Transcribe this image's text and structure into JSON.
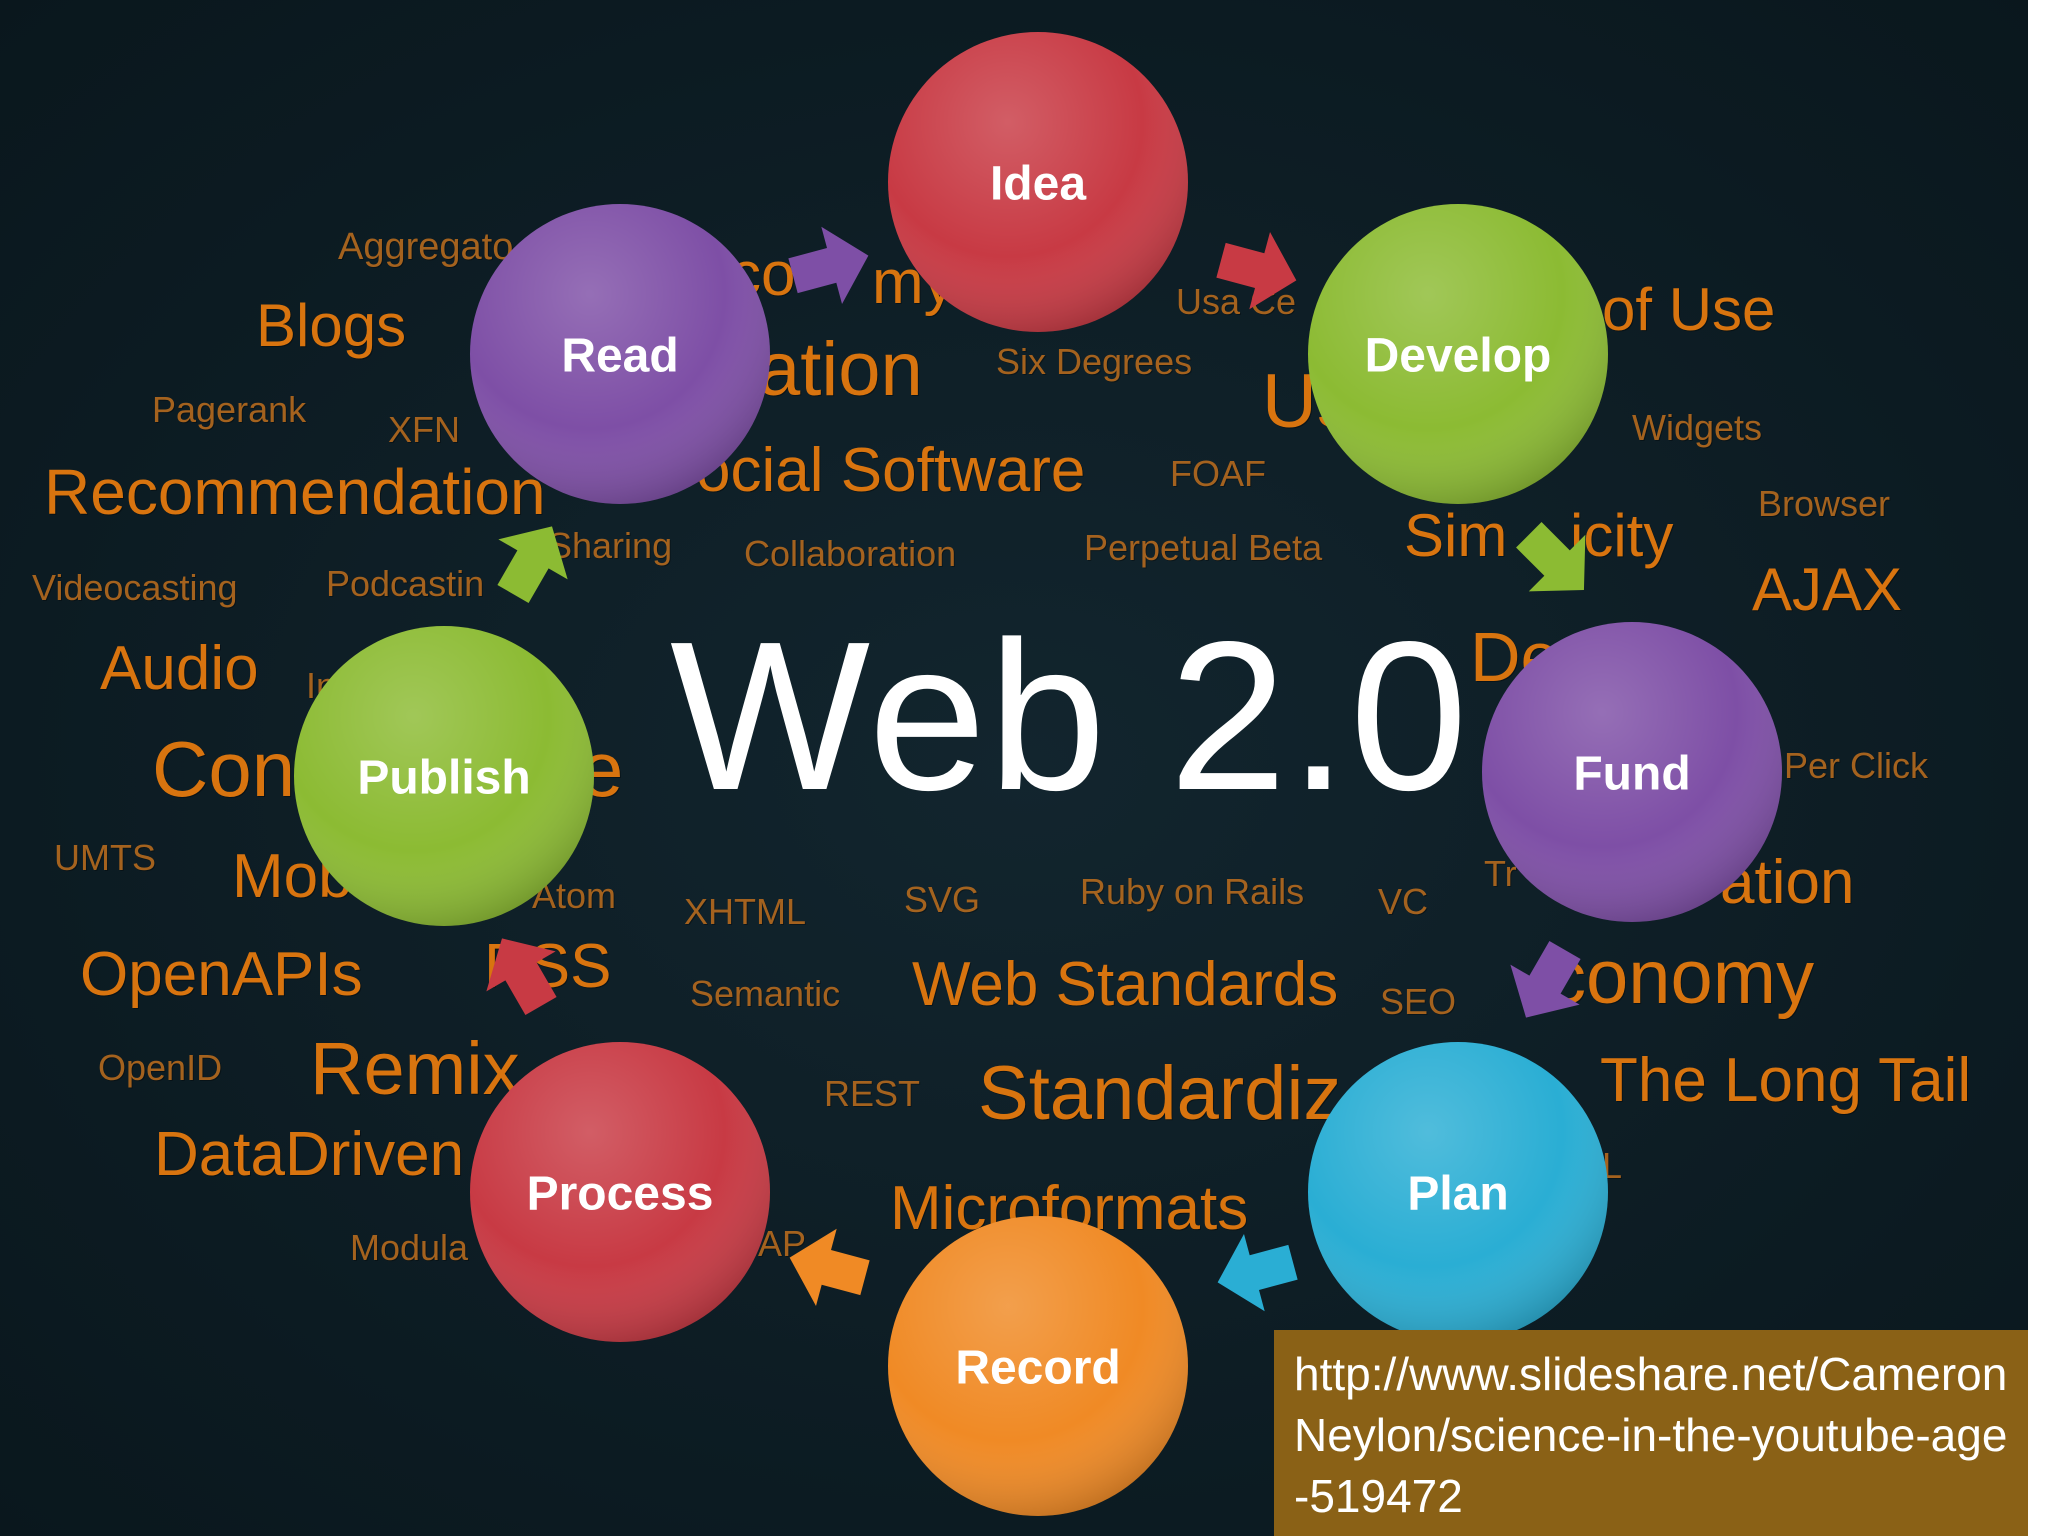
{
  "title": "Web 2.0",
  "source_url": "http://www.slideshare.net/CameronNeylon/science-in-the-youtube-age-519472",
  "cycle_nodes": [
    {
      "id": "idea",
      "label": "Idea",
      "color": "#c83a44"
    },
    {
      "id": "develop",
      "label": "Develop",
      "color": "#8cbb33"
    },
    {
      "id": "fund",
      "label": "Fund",
      "color": "#7e4fa6"
    },
    {
      "id": "plan",
      "label": "Plan",
      "color": "#2aaed4"
    },
    {
      "id": "record",
      "label": "Record",
      "color": "#f08a25"
    },
    {
      "id": "process",
      "label": "Process",
      "color": "#c83a44"
    },
    {
      "id": "publish",
      "label": "Publish",
      "color": "#8cbb33"
    },
    {
      "id": "read",
      "label": "Read",
      "color": "#7e4fa6"
    }
  ],
  "cloud_words": [
    "Aggregato",
    "Blogs",
    "Pagerank",
    "XFN",
    "Recommendation",
    "Videocasting",
    "Podcastin",
    "Audio",
    "Con",
    "UMTS",
    "Mob",
    "OpenAPIs",
    "RSS",
    "OpenID",
    "Remix",
    "DataDriven",
    "Modula",
    "AP",
    "ation",
    "ocial Software",
    "Sharing",
    "Collaboration",
    "Six Degrees",
    "Us",
    "FOAF",
    "Perpetual Beta",
    "Usa Ce",
    "of Use",
    "Widgets",
    "Browser",
    "Sim",
    "icity",
    "AJAX",
    "De",
    "Per Click",
    "ation",
    "Tr",
    "conomy",
    "The Long Tail",
    "L",
    "XHTML",
    "SVG",
    "Ruby on Rails",
    "VC",
    "Semantic",
    "Web Standards",
    "SEO",
    "REST",
    "Standardiz",
    "Microformats",
    "Atom",
    "In",
    "e",
    "co",
    "my"
  ],
  "colors": {
    "background": "#0d1e25",
    "cloud_word": "#d8740f",
    "source_box": "#8a6116"
  }
}
